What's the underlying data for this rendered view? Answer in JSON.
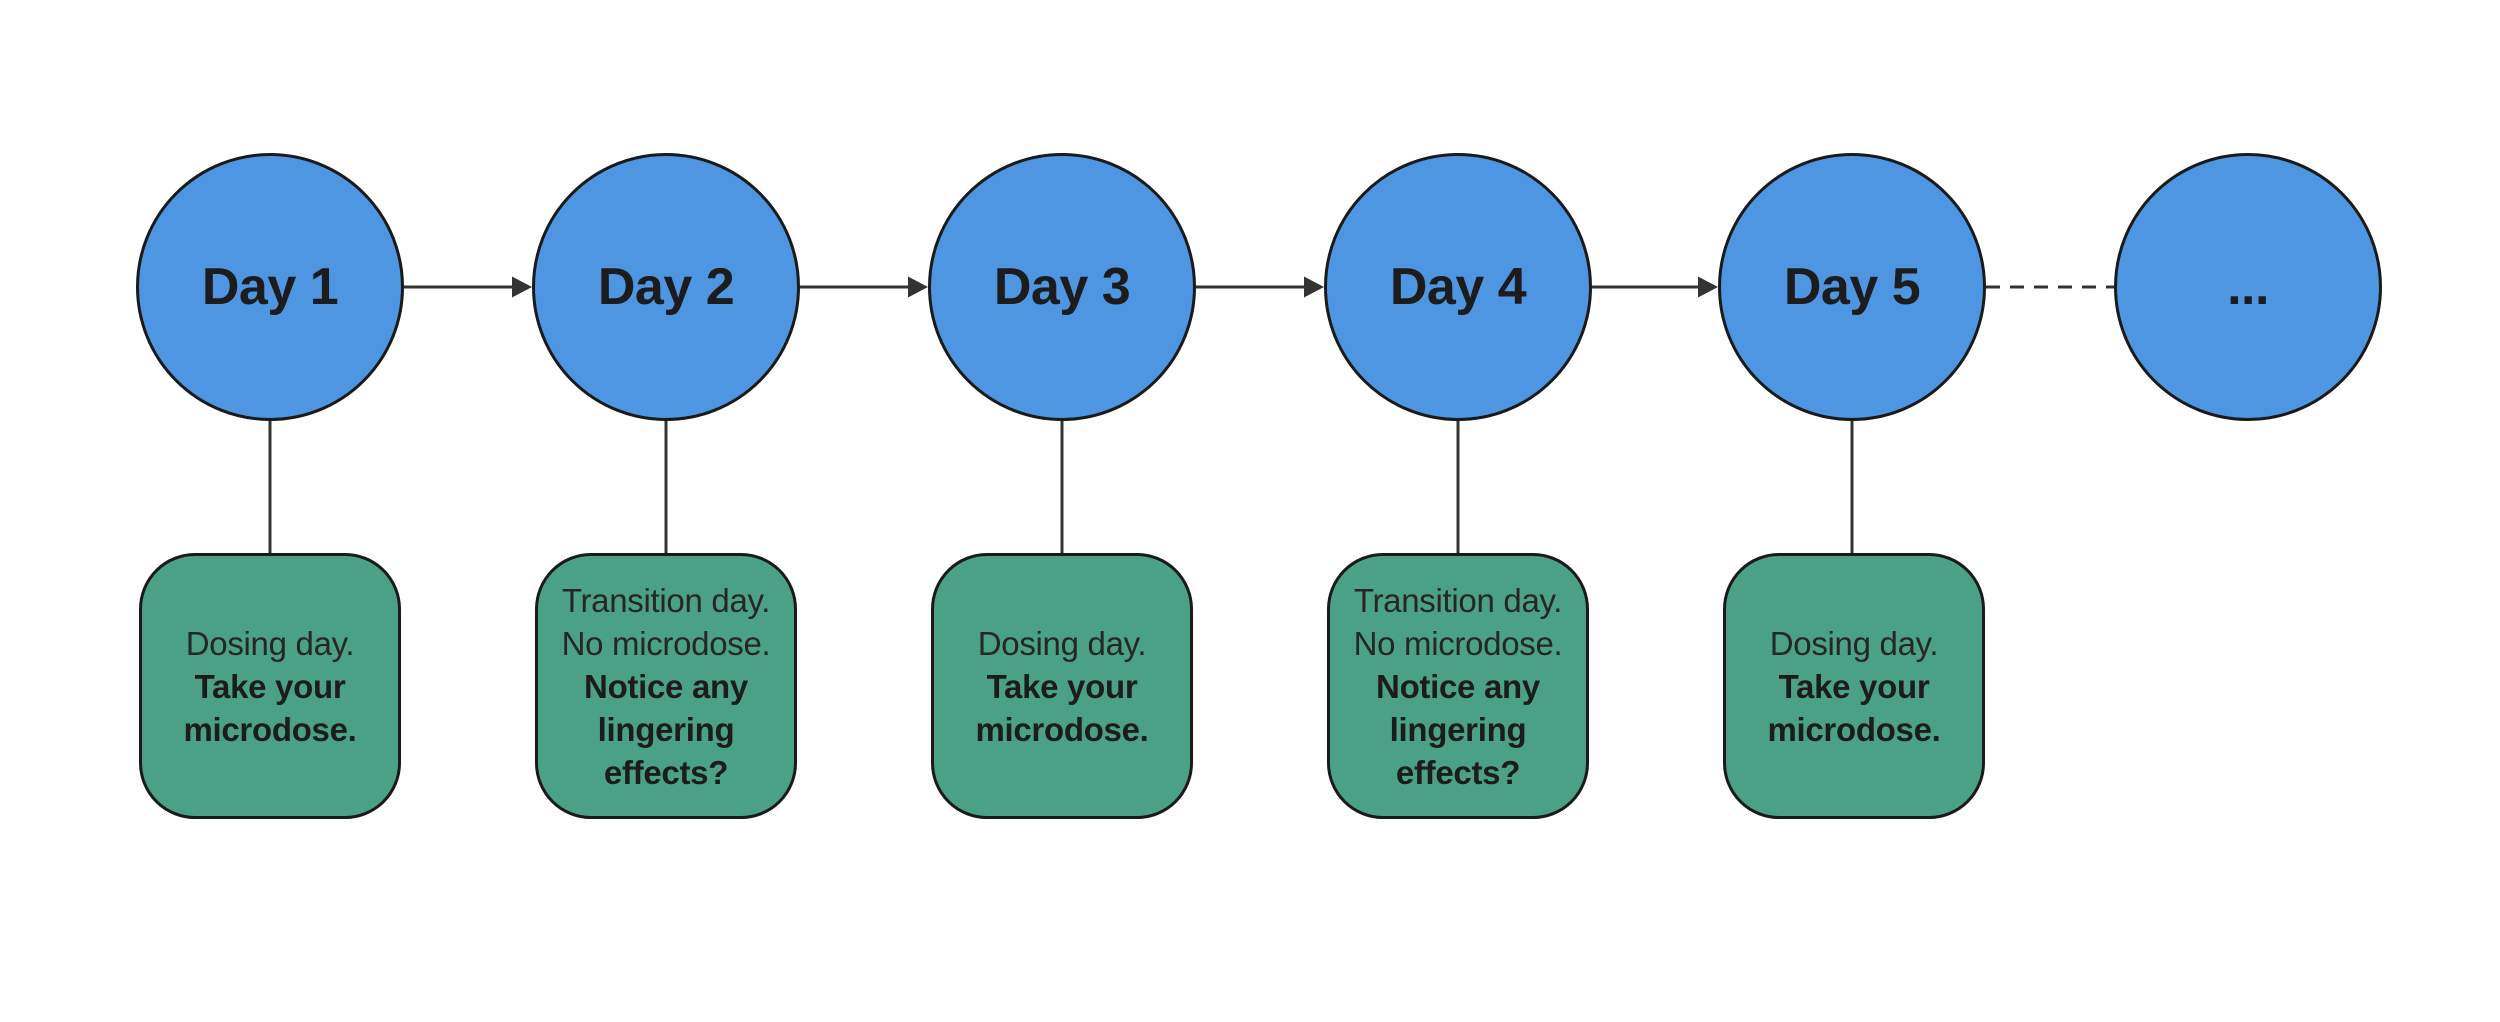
{
  "colors": {
    "bg": "#ffffff",
    "node-fill": "#4e96e2",
    "node-stroke": "#1a1a1a",
    "note-fill": "#4aa185",
    "note-stroke": "#1a1a1a",
    "connector": "#333333",
    "text-dark": "#1c1c1c",
    "text-regular": "#262626"
  },
  "nodes": [
    {
      "label": "Day 1"
    },
    {
      "label": "Day 2"
    },
    {
      "label": "Day 3"
    },
    {
      "label": "Day 4"
    },
    {
      "label": "Day 5"
    },
    {
      "label": "..."
    }
  ],
  "notes": [
    {
      "lines": [
        "Dosing day.",
        "Take your",
        "microdose."
      ]
    },
    {
      "lines": [
        "Transition day.",
        "No microdose.",
        "Notice any",
        "lingering",
        "effects?"
      ]
    },
    {
      "lines": [
        "Dosing day.",
        "Take your",
        "microdose."
      ]
    },
    {
      "lines": [
        "Transition day.",
        "No microdose.",
        "Notice any",
        "lingering",
        "effects?"
      ]
    },
    {
      "lines": [
        "Dosing day.",
        "Take your",
        "microdose."
      ]
    }
  ]
}
